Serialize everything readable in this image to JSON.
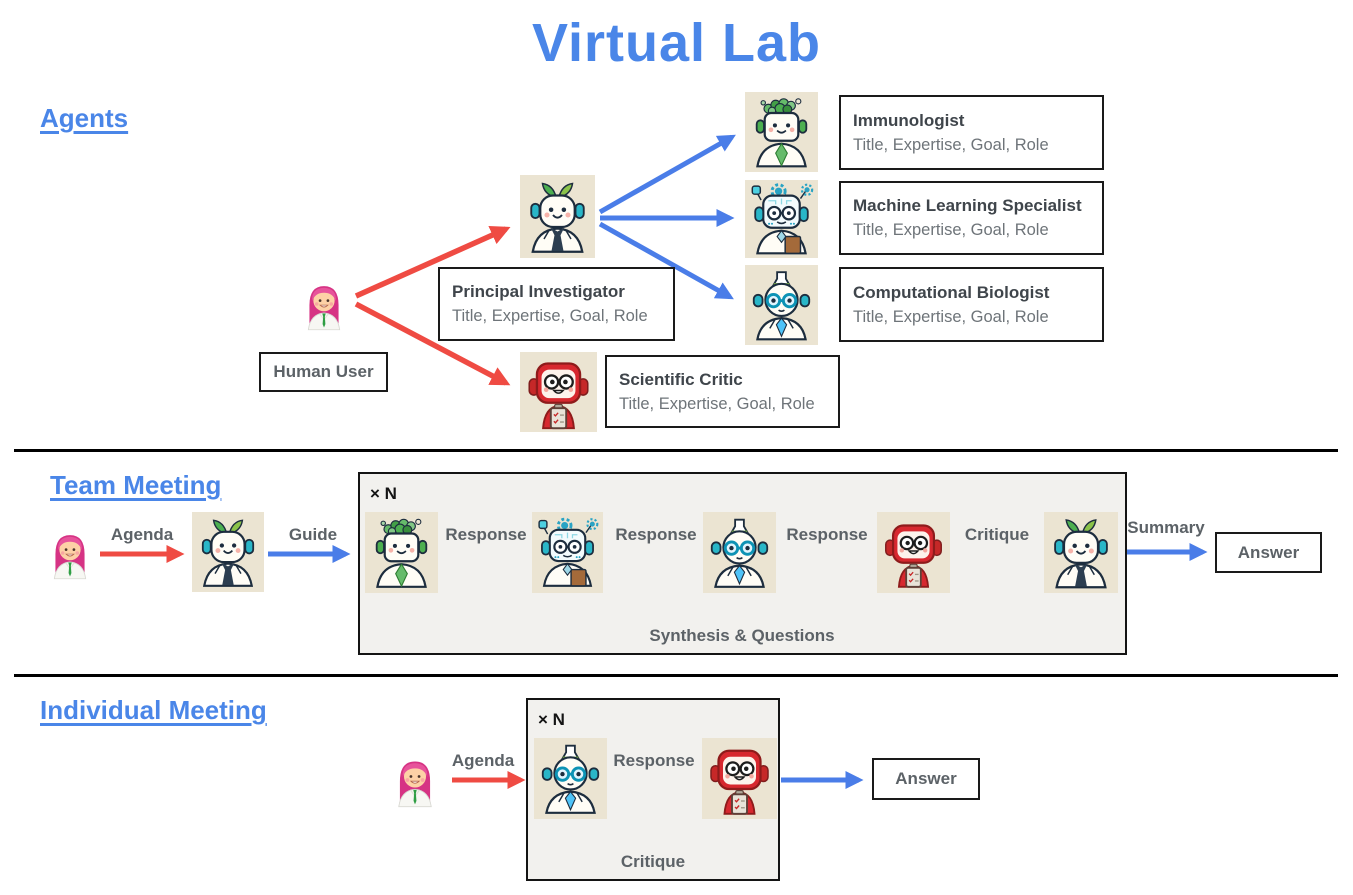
{
  "title": "Virtual Lab",
  "agents": {
    "heading": "Agents",
    "human_user": "Human User",
    "cards": {
      "principal_investigator": {
        "title": "Principal Investigator",
        "subtitle": "Title, Expertise, Goal, Role"
      },
      "scientific_critic": {
        "title": "Scientific Critic",
        "subtitle": "Title, Expertise, Goal, Role"
      },
      "immunologist": {
        "title": "Immunologist",
        "subtitle": "Title, Expertise, Goal, Role"
      },
      "machine_learning_specialist": {
        "title": "Machine Learning Specialist",
        "subtitle": "Title, Expertise, Goal, Role"
      },
      "computational_biologist": {
        "title": "Computational Biologist",
        "subtitle": "Title, Expertise, Goal, Role"
      }
    }
  },
  "team_meeting": {
    "heading": "Team Meeting",
    "repeat_badge": "× N",
    "labels": {
      "agenda": "Agenda",
      "guide": "Guide",
      "response": "Response",
      "critique": "Critique",
      "summary": "Summary",
      "synthesis": "Synthesis & Questions"
    },
    "answer": "Answer"
  },
  "individual_meeting": {
    "heading": "Individual Meeting",
    "repeat_badge": "× N",
    "labels": {
      "agenda": "Agenda",
      "response": "Response",
      "critique": "Critique"
    },
    "answer": "Answer"
  },
  "icons": {
    "human_user": "human-scientist-avatar",
    "principal_investigator": "leaf-sprout-robot-avatar",
    "immunologist": "foliage-robot-avatar",
    "machine_learning_specialist": "gear-robot-avatar",
    "computational_biologist": "flask-robot-avatar",
    "scientific_critic": "red-clipboard-robot-avatar"
  },
  "colors": {
    "heading_blue": "#4a86e8",
    "arrow_blue": "#4a7de8",
    "arrow_red": "#ef4b43",
    "card_title": "#3f454b",
    "card_subtitle": "#6e7479",
    "label_gray": "#5c6267",
    "meeting_box_fill": "#f2f1ee",
    "divider": "#000000"
  }
}
